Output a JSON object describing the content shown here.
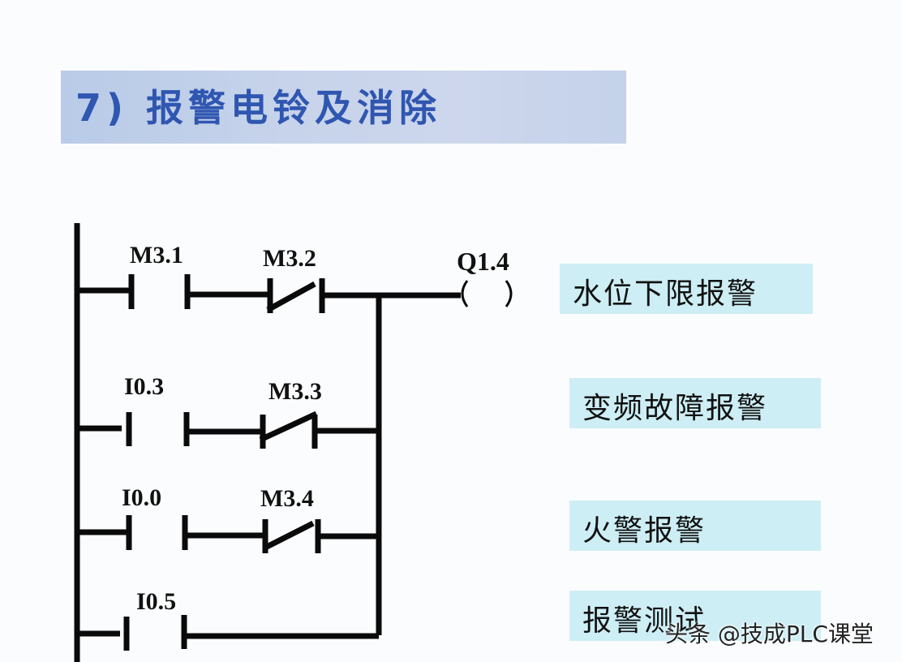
{
  "title": {
    "number": "7)",
    "text": "报警电铃及消除"
  },
  "coil": {
    "address": "Q1.4",
    "symbol": "(    )"
  },
  "rungs": [
    {
      "contact_no": "M3.1",
      "contact_nc": "M3.2",
      "description": "水位下限报警"
    },
    {
      "contact_no": "I0.3",
      "contact_nc": "M3.3",
      "description": "变频故障报警"
    },
    {
      "contact_no": "I0.0",
      "contact_nc": "M3.4",
      "description": "火警报警"
    },
    {
      "contact_no": "I0.5",
      "contact_nc": null,
      "description": "报警测试"
    }
  ],
  "watermark": "头条 @技成PLC课堂",
  "colors": {
    "title_bg": "#c6d3ea",
    "title_text": "#2f56b0",
    "label_bg": "#cdeef5",
    "line": "#0a0a0a"
  }
}
